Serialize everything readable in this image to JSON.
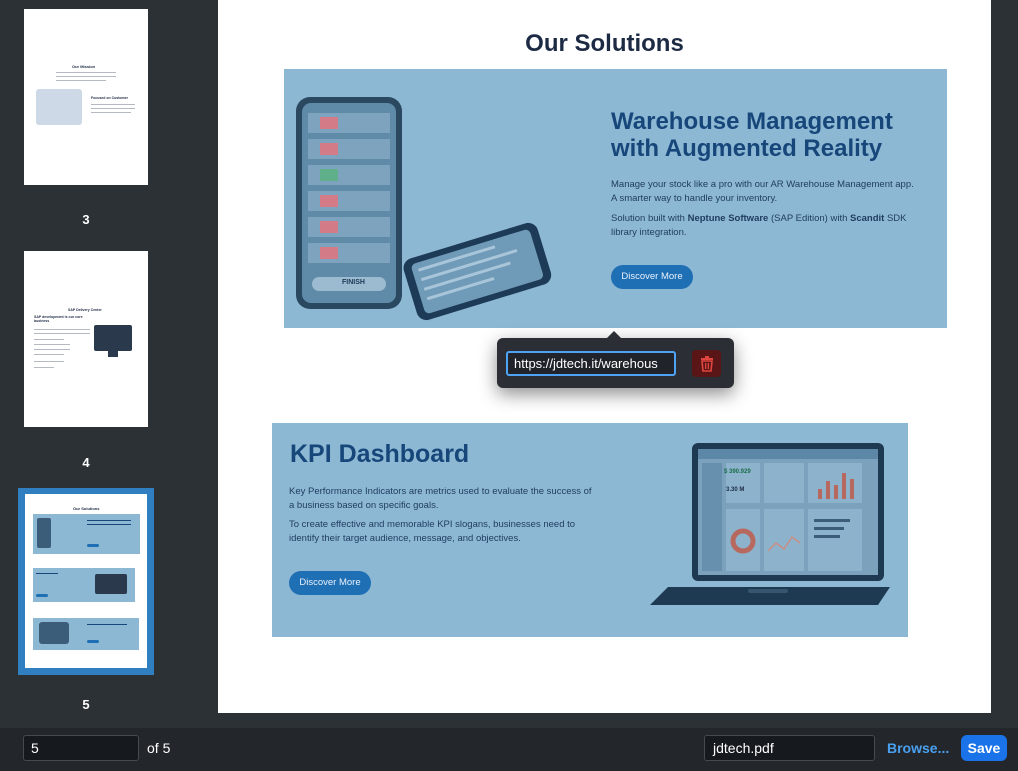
{
  "sidebar": {
    "thumbnails": [
      {
        "label": "3",
        "title": "Our Mission",
        "subtitle": "Focused on Customer"
      },
      {
        "label": "4",
        "title": "SAP Delivery Center",
        "subtitle": "SAP development is our core business"
      },
      {
        "label": "5",
        "title": "Our Solutions",
        "selected": true
      }
    ],
    "selected_border_color": "#2f7fc1"
  },
  "page": {
    "title": "Our Solutions",
    "banner1": {
      "heading_line1": "Warehouse Management",
      "heading_line2": "with Augmented Reality",
      "para1": "Manage your stock like a pro with our AR Warehouse Management app. A smarter way to handle your inventory.",
      "para2_pre": "Solution built with ",
      "para2_b1": "Neptune Software",
      "para2_mid": " (SAP Edition) with ",
      "para2_b2": "Scandit",
      "para2_post": " SDK library integration.",
      "button": "Discover More",
      "phone_button": "FINISH"
    },
    "banner2": {
      "heading": "KPI Dashboard",
      "para1": "Key Performance Indicators are metrics used to evaluate the success of a business based on specific goals.",
      "para2": "To create effective and memorable KPI slogans, businesses need to identify their target audience, message, and objectives.",
      "button": "Discover More",
      "kpi1": "$ 390.929",
      "kpi2": "3.30 M"
    },
    "banner_color": "#8db8d4"
  },
  "link_popup": {
    "url": "https://jdtech.it/warehous",
    "delete_icon": "trash-icon"
  },
  "bottombar": {
    "page_number": "5",
    "of_text": "of 5",
    "filename": "jdtech.pdf",
    "browse_label": "Browse...",
    "save_label": "Save",
    "accent": "#1a73e8"
  }
}
